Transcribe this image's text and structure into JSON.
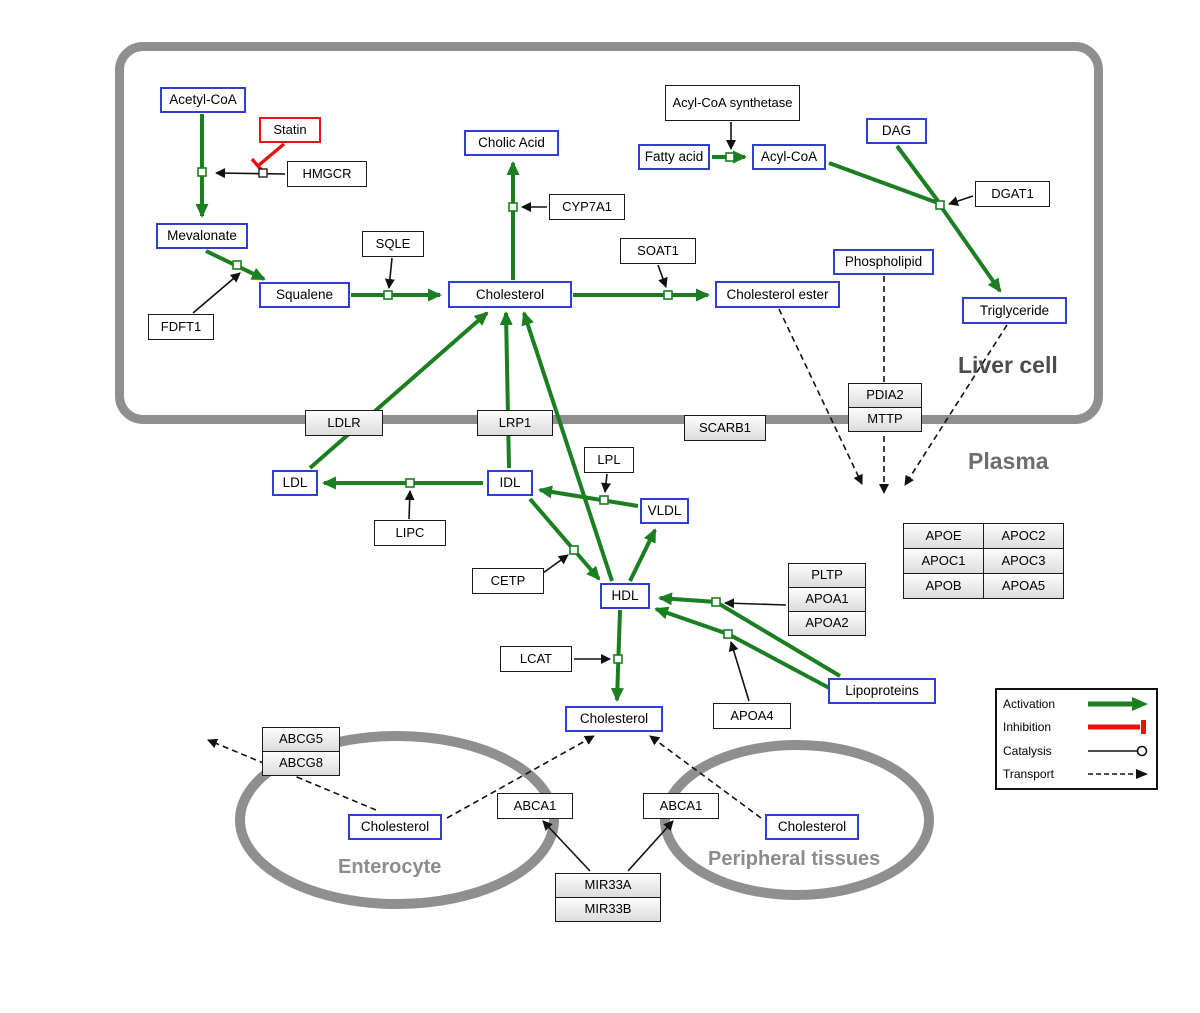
{
  "regions": {
    "liver": "Liver cell",
    "plasma": "Plasma",
    "enterocyte": "Enterocyte",
    "peripheral": "Peripheral tissues"
  },
  "colors": {
    "activation_green": "#1b7e20",
    "inhibition_red": "#e81010",
    "metabolite_blue": "#2f3fd0",
    "membrane_gray": "#8f8f8f"
  },
  "boxes": {
    "acetyl_coa": "Acetyl-CoA",
    "statin": "Statin",
    "hmgcr": "HMGCR",
    "mevalonate": "Mevalonate",
    "fdft1": "FDFT1",
    "squalene": "Squalene",
    "sqle": "SQLE",
    "cholesterol_liver": "Cholesterol",
    "cholic_acid": "Cholic Acid",
    "cyp7a1": "CYP7A1",
    "soat1": "SOAT1",
    "cholesterol_ester": "Cholesterol ester",
    "acyl_coa_synthetase": "Acyl-CoA synthetase",
    "fatty_acid": "Fatty acid",
    "acyl_coa": "Acyl-CoA",
    "dag": "DAG",
    "dgat1": "DGAT1",
    "phospholipid": "Phospholipid",
    "triglyceride": "Triglyceride",
    "ldlr": "LDLR",
    "lrp1": "LRP1",
    "scarb1": "SCARB1",
    "pdia2": "PDIA2",
    "mttp": "MTTP",
    "ldl": "LDL",
    "idl": "IDL",
    "lipc": "LIPC",
    "lpl": "LPL",
    "vldl": "VLDL",
    "cetp": "CETP",
    "hdl": "HDL",
    "pltp": "PLTP",
    "apoa1": "APOA1",
    "apoa2": "APOA2",
    "lcat": "LCAT",
    "apoa4": "APOA4",
    "lipoproteins": "Lipoproteins",
    "cholesterol_plasma": "Cholesterol",
    "abcg5": "ABCG5",
    "abcg8": "ABCG8",
    "cholesterol_enterocyte": "Cholesterol",
    "abca1_enterocyte": "ABCA1",
    "abca1_peripheral": "ABCA1",
    "cholesterol_peripheral": "Cholesterol",
    "mir33a": "MIR33A",
    "mir33b": "MIR33B"
  },
  "apo_table": {
    "rows": [
      [
        "APOE",
        "APOC2"
      ],
      [
        "APOC1",
        "APOC3"
      ],
      [
        "APOB",
        "APOA5"
      ]
    ]
  },
  "legend": {
    "activation": "Activation",
    "inhibition": "Inhibition",
    "catalysis": "Catalysis",
    "transport": "Transport"
  }
}
